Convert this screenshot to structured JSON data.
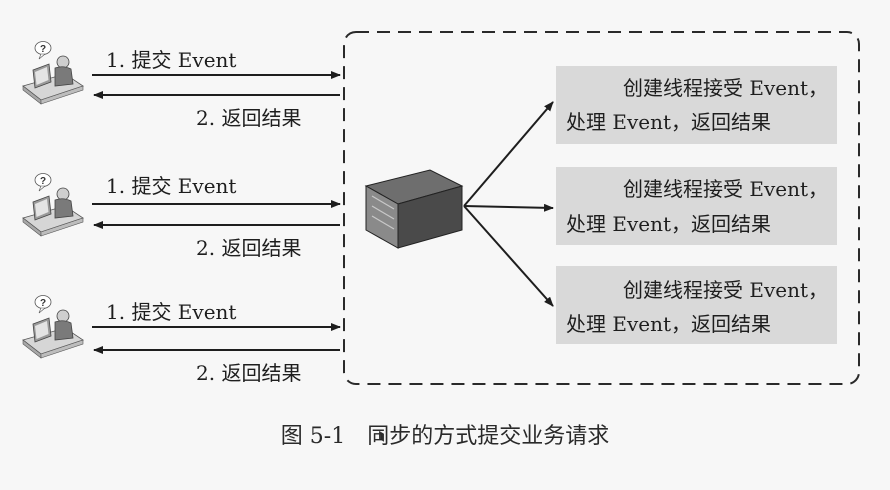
{
  "clients": [
    {
      "request_label": "1. 提交 Event",
      "response_label": "2. 返回结果"
    },
    {
      "request_label": "1. 提交 Event",
      "response_label": "2. 返回结果"
    },
    {
      "request_label": "1. 提交 Event",
      "response_label": "2. 返回结果"
    }
  ],
  "tasks": [
    {
      "line1": "创建线程接受 Event，",
      "line2": "处理 Event，返回结果"
    },
    {
      "line1": "创建线程接受 Event，",
      "line2": "处理 Event，返回结果"
    },
    {
      "line1": "创建线程接受 Event，",
      "line2": "处理 Event，返回结果"
    }
  ],
  "caption": {
    "number": "图 5-1",
    "text": "同步的方式提交业务请求"
  },
  "colors": {
    "task_box_fill": "#d9d9d9",
    "line": "#1e1e1e",
    "background": "#f7f7f7"
  },
  "icons": {
    "client": "user-at-computer-icon",
    "server": "server-icon"
  }
}
